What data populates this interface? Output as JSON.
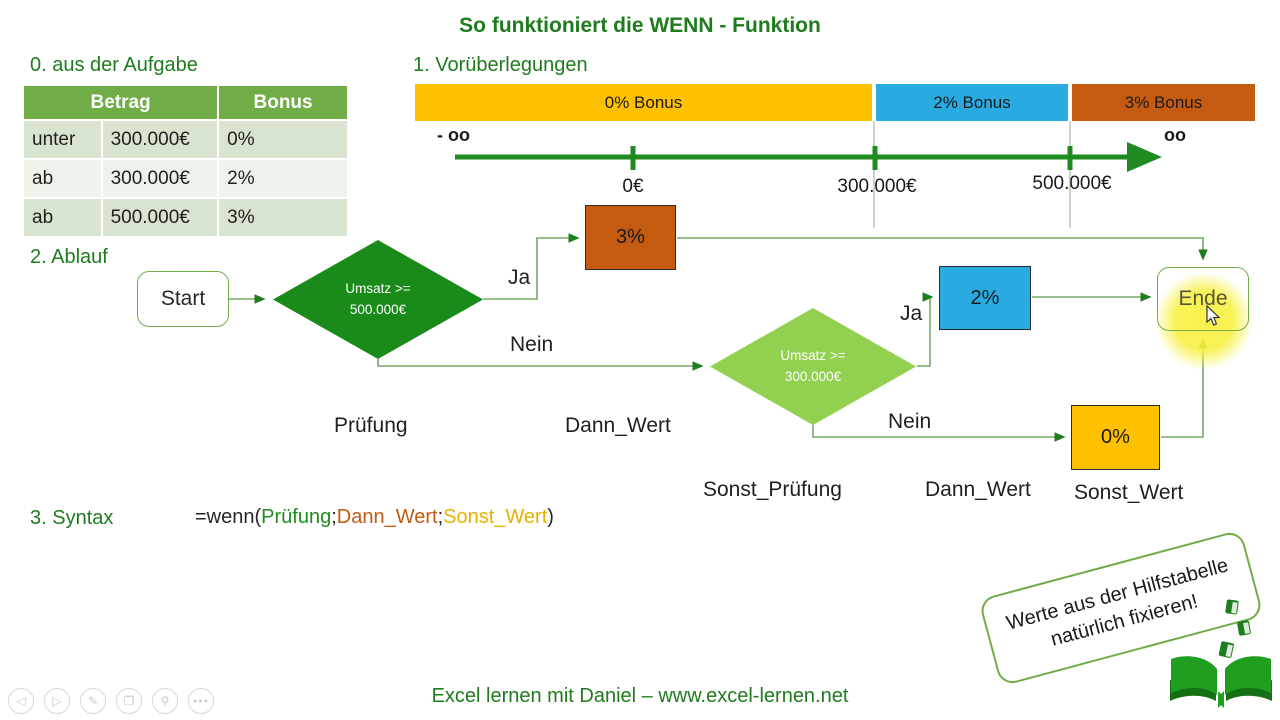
{
  "title": "So funktioniert die WENN - Funktion",
  "aufgabe": {
    "heading": "0. aus der Aufgabe",
    "table": {
      "headers": [
        "Betrag",
        "Bonus"
      ],
      "rows": [
        {
          "qualifier": "unter",
          "amount": "300.000€",
          "bonus": "0%"
        },
        {
          "qualifier": "ab",
          "amount": "300.000€",
          "bonus": "2%"
        },
        {
          "qualifier": "ab",
          "amount": "500.000€",
          "bonus": "3%"
        }
      ]
    }
  },
  "vorueberlegungen": {
    "heading": "1. Vorüberlegungen",
    "segments": [
      {
        "label": "0% Bonus",
        "color": "#FFC000"
      },
      {
        "label": "2% Bonus",
        "color": "#29ABE2"
      },
      {
        "label": "3% Bonus",
        "color": "#C55A11"
      }
    ],
    "neg_infinity": "- oo",
    "pos_infinity": "oo",
    "ticks": [
      "0€",
      "300.000€",
      "500.000€"
    ]
  },
  "ablauf": {
    "heading": "2. Ablauf",
    "start_label": "Start",
    "end_label": "Ende",
    "decision1": {
      "line1": "Umsatz >=",
      "line2": "500.000€"
    },
    "decision2": {
      "line1": "Umsatz >=",
      "line2": "300.000€"
    },
    "box_3": "3%",
    "box_2": "2%",
    "box_0": "0%",
    "yes1": "Ja",
    "no1": "Nein",
    "yes2": "Ja",
    "no2": "Nein",
    "labels": {
      "pruefung": "Prüfung",
      "dann_wert1": "Dann_Wert",
      "sonst_pruefung": "Sonst_Prüfung",
      "dann_wert2": "Dann_Wert",
      "sonst_wert": "Sonst_Wert"
    }
  },
  "syntax": {
    "heading": "3. Syntax",
    "parts": [
      {
        "text": "=wenn(",
        "role": "plain"
      },
      {
        "text": "Prüfung",
        "role": "pruefung"
      },
      {
        "text": ";",
        "role": "plain"
      },
      {
        "text": "Dann_Wert",
        "role": "dann_wert"
      },
      {
        "text": ";",
        "role": "plain"
      },
      {
        "text": "Sonst_Wert",
        "role": "sonst_wert"
      },
      {
        "text": ")",
        "role": "plain"
      }
    ]
  },
  "note": {
    "line1": "Werte aus der Hilfstabelle",
    "line2": "natürlich fixieren!"
  },
  "footer": "Excel lernen mit Daniel – www.excel-lernen.net",
  "controls": [
    {
      "name": "previous-slide",
      "glyph": "◁"
    },
    {
      "name": "next-slide",
      "glyph": "▷"
    },
    {
      "name": "pen",
      "glyph": "✎"
    },
    {
      "name": "see-all-slides",
      "glyph": "❐"
    },
    {
      "name": "zoom",
      "glyph": "⚲"
    },
    {
      "name": "more-options",
      "glyph": "●●●"
    }
  ],
  "colors": {
    "accent_green": "#1E7B1E",
    "table_header_green": "#70AD47",
    "bonus_0_yellow": "#FFC000",
    "bonus_2_blue": "#29ABE2",
    "bonus_3_brown": "#C55A11",
    "diamond_dark_green": "#1A8A1A",
    "diamond_light_green": "#92D050",
    "connector_green": "#76A865",
    "numberline_green": "#1F8A1F",
    "highlight_yellow": "#F7F146"
  }
}
